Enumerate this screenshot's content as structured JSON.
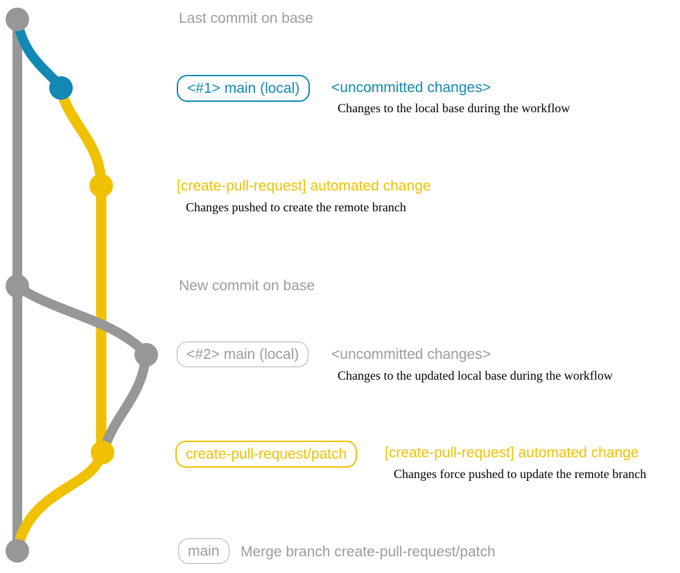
{
  "colors": {
    "gray": "#979797",
    "blue": "#1289b4",
    "yellow": "#f0c100",
    "text-gray": "#9c9c9c",
    "border-gray": "#b2b2b2",
    "annotation": "#000000"
  },
  "labels": {
    "last_commit": "Last commit on base",
    "new_commit": "New commit on base"
  },
  "rows": {
    "row1": {
      "badge": "<#1> main (local)",
      "status": "<uncommitted changes>",
      "description": "Changes to the local base during the workflow"
    },
    "row2": {
      "status": "[create-pull-request] automated change",
      "description": "Changes pushed to create the remote branch"
    },
    "row3": {
      "badge": "<#2> main (local)",
      "status": "<uncommitted changes>",
      "description": "Changes to the updated local base during the workflow"
    },
    "row4": {
      "badge": "create-pull-request/patch",
      "status": "[create-pull-request] automated change",
      "description": "Changes force pushed to update the remote branch"
    },
    "row5": {
      "badge": "main",
      "message": "Merge branch create-pull-request/patch"
    }
  }
}
